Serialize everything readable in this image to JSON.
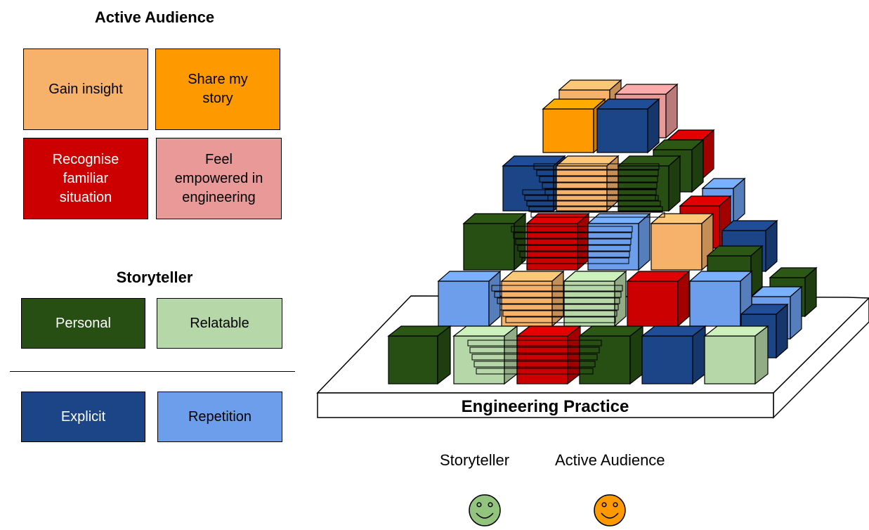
{
  "active_audience": {
    "heading": "Active Audience",
    "boxes": [
      {
        "label": "Gain insight",
        "color": "#f6b26b",
        "text_color": "#000000"
      },
      {
        "label": "Share my story",
        "color": "#ff9900",
        "text_color": "#000000"
      },
      {
        "label": "Recognise familiar situation",
        "color": "#cc0000",
        "text_color": "#ffffff"
      },
      {
        "label": "Feel empowered in engineering",
        "color": "#ea9999",
        "text_color": "#000000"
      }
    ]
  },
  "storyteller": {
    "heading": "Storyteller",
    "boxes": [
      {
        "label": "Personal",
        "color": "#274e13",
        "text_color": "#ffffff"
      },
      {
        "label": "Relatable",
        "color": "#b6d7a8",
        "text_color": "#000000"
      },
      {
        "label": "Explicit",
        "color": "#1c4587",
        "text_color": "#ffffff"
      },
      {
        "label": "Repetition",
        "color": "#6d9eeb",
        "text_color": "#000000"
      }
    ]
  },
  "base_label": "Engineering Practice",
  "legend": {
    "storyteller_label": "Storyteller",
    "storyteller_color": "#93c47d",
    "audience_label": "Active Audience",
    "audience_color": "#ff9900"
  },
  "palette": {
    "personal": "#274e13",
    "relatable": "#b6d7a8",
    "explicit": "#1c4587",
    "repetition": "#6d9eeb",
    "insight": "#f6b26b",
    "share": "#ff9900",
    "recognise": "#cc0000",
    "empowered": "#ea9999"
  }
}
